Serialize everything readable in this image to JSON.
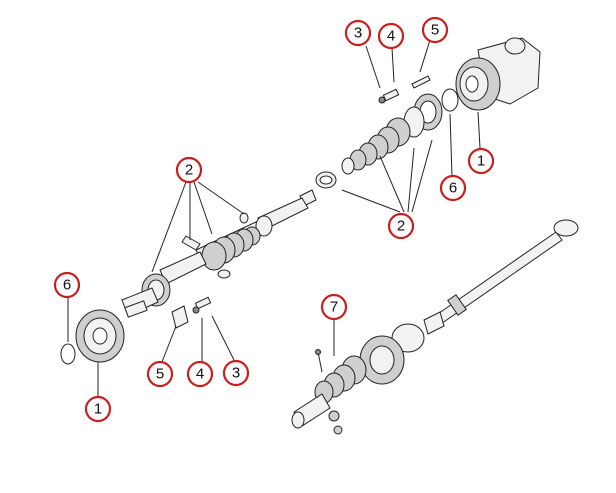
{
  "diagram": {
    "callouts": [
      {
        "id": "c-top-3",
        "label": "3"
      },
      {
        "id": "c-top-4",
        "label": "4"
      },
      {
        "id": "c-top-5",
        "label": "5"
      },
      {
        "id": "c-top-1",
        "label": "1"
      },
      {
        "id": "c-top-6",
        "label": "6"
      },
      {
        "id": "c-top-2",
        "label": "2"
      },
      {
        "id": "c-left-2",
        "label": "2"
      },
      {
        "id": "c-left-6",
        "label": "6"
      },
      {
        "id": "c-left-1",
        "label": "1"
      },
      {
        "id": "c-left-5",
        "label": "5"
      },
      {
        "id": "c-left-4",
        "label": "4"
      },
      {
        "id": "c-left-3",
        "label": "3"
      },
      {
        "id": "c-bottom-7",
        "label": "7"
      }
    ]
  }
}
